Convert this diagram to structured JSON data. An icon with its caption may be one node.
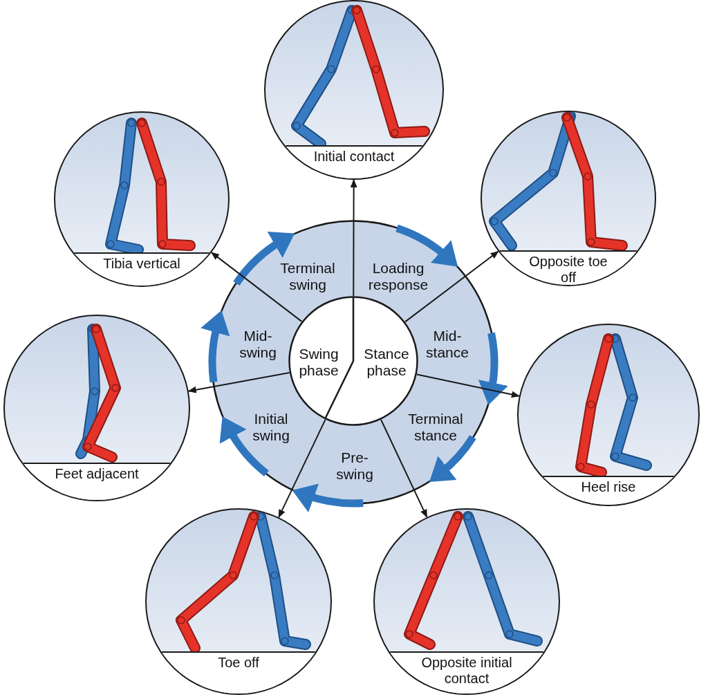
{
  "diagram": {
    "nodes": [
      {
        "text": [
          "Initial contact"
        ]
      },
      {
        "text": [
          "Tibia vertical"
        ]
      },
      {
        "text": [
          "Opposite toe off"
        ]
      },
      {
        "text": [],
        "shape": "circle"
      },
      {
        "text": [
          "Terminal swing"
        ],
        "in": 3
      },
      {
        "text": [
          "Loading response"
        ],
        "in": 3
      },
      {
        "text": [
          "Mid- swing"
        ],
        "in": 3
      },
      {
        "text": [
          "Swing phase",
          "Stance phase"
        ],
        "in": 3
      },
      {
        "text": [
          "Mid- stance"
        ],
        "in": 3
      },
      {
        "text": [
          "Initial swing"
        ],
        "in": 3
      },
      {
        "text": [
          "Terminal stance"
        ],
        "in": 3
      },
      {
        "text": [
          "Pre- swing"
        ],
        "in": 3
      },
      {
        "text": [
          "Feet adjacent"
        ]
      },
      {
        "text": [
          "Heel rise"
        ]
      },
      {
        "text": [
          "Toe off"
        ]
      },
      {
        "text": [
          "Opposite initial contact"
        ]
      }
    ],
    "edges": [
      {
        "from": 7,
        "to": 0,
        "arrow": "to"
      },
      {
        "from": 7,
        "to": 2,
        "arrow": "to"
      },
      {
        "from": 7,
        "to": 13,
        "arrow": "to"
      },
      {
        "from": 7,
        "to": 15,
        "arrow": "to"
      },
      {
        "from": 7,
        "to": 14,
        "arrow": "to"
      },
      {
        "from": 7,
        "to": 12,
        "arrow": "to"
      },
      {
        "from": 7,
        "to": 1,
        "arrow": "to"
      }
    ]
  }
}
